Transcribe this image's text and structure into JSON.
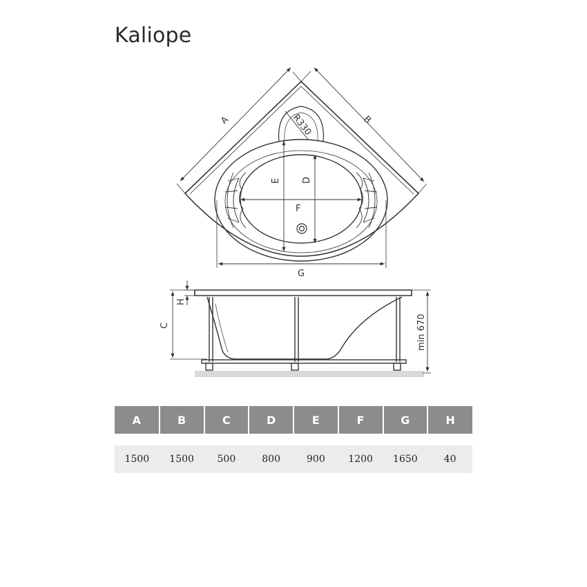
{
  "title": "Kaliope",
  "plan_view": {
    "labels": {
      "a": "A",
      "b": "B",
      "e": "E",
      "d": "D",
      "f": "F",
      "g": "G",
      "radius": "R330"
    }
  },
  "side_view": {
    "labels": {
      "h": "H",
      "c": "C",
      "min_height": "min 670"
    }
  },
  "dimension_table": {
    "headers": [
      "A",
      "B",
      "C",
      "D",
      "E",
      "F",
      "G",
      "H"
    ],
    "values": [
      "1500",
      "1500",
      "500",
      "800",
      "900",
      "1200",
      "1650",
      "40"
    ]
  }
}
